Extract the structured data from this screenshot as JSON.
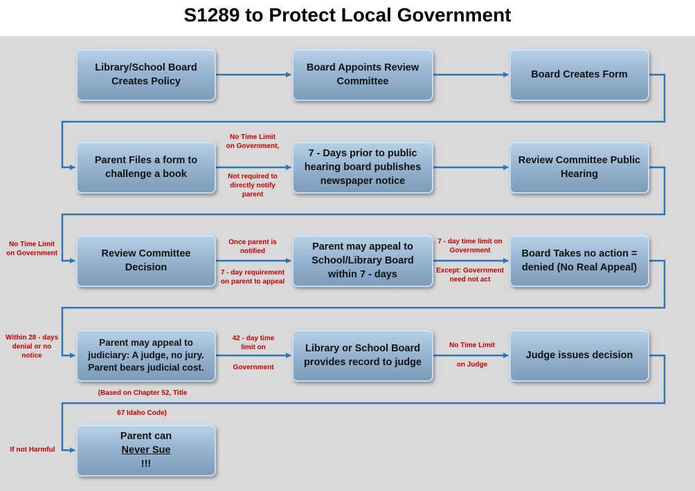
{
  "title": "S1289 to Protect Local Government",
  "boxes": {
    "create_policy": "Library/School Board Creates Policy",
    "appoint_committee": "Board Appoints Review Committee",
    "create_form": "Board Creates Form",
    "file_challenge": "Parent Files a form to challenge a book",
    "publish_notice": "7 - Days prior to public hearing board publishes newspaper notice",
    "public_hearing": "Review Committee Public Hearing",
    "committee_decision": "Review Committee Decision",
    "appeal_board": "Parent may appeal to School/Library Board within 7 - days",
    "no_action": "Board Takes no action = denied (No Real Appeal)",
    "appeal_judiciary": "Parent may appeal to judiciary: A judge, no jury. Parent bears judicial cost.",
    "provide_record": "Library or School Board provides record to judge",
    "judge_decision": "Judge issues decision",
    "never_sue_a": "Parent can ",
    "never_sue_b": "Never Sue",
    "never_sue_c": "!!!"
  },
  "notes": {
    "no_time_limit_1": "No Time Limit on Government,",
    "not_required_notify": "Not required to directly notify parent",
    "no_time_limit_2": "No Time Limit on Government",
    "once_notified": "Once parent is notified",
    "seven_day_requirement": "7 - day requirement on parent to appeal",
    "seven_day_limit_gov": "7 - day time limit on Government",
    "except_gov": "Except: Government need not act",
    "within_28_days": "Within 28 - days denial or no notice",
    "forty_two_day_a": "42 - day time limit on",
    "forty_two_day_b": "Government",
    "no_time_limit_judge_a": "No Time Limit",
    "no_time_limit_judge_b": "on Judge",
    "based_on_a": "(Based on Chapter 52, Title",
    "based_on_b": "67 Idaho Code)",
    "if_not_harmful": "If not Harmful"
  },
  "colors": {
    "arrow": "#2e75b6",
    "note": "#c00000",
    "background": "#d9d9d9"
  }
}
